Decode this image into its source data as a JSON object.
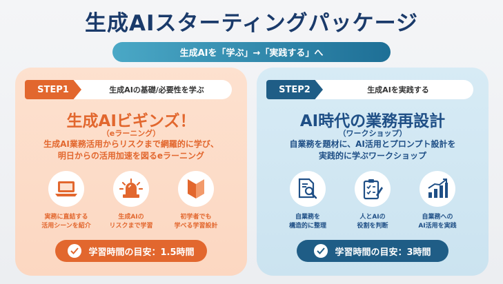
{
  "title": "生成AIスターティングパッケージ",
  "subtitle": "生成AIを「学ぶ」→「実践する」へ",
  "colors": {
    "orange": "#e2672e",
    "navy": "#1f4f86",
    "title": "#1a3a6a"
  },
  "cards": [
    {
      "step": "STEP1",
      "step_desc": "生成AIの基礎/必要性を学ぶ",
      "title": "生成AIビギンズ！",
      "sub": "（eラーニング）",
      "desc1": "生成AI業務活用からリスクまで網羅的に学び、",
      "desc2": "明日からの活用加速を図るeラーニング",
      "features": [
        {
          "icon": "laptop-icon",
          "line1": "実務に直結する",
          "line2": "活用シーンを紹介"
        },
        {
          "icon": "siren-icon",
          "line1": "生成AIの",
          "line2": "リスクまで学習"
        },
        {
          "icon": "beginner-mark-icon",
          "line1": "初学者でも",
          "line2": "学べる学習設計"
        }
      ],
      "time": "学習時間の目安：1.5時間"
    },
    {
      "step": "STEP2",
      "step_desc": "生成AIを実践する",
      "title": "AI時代の業務再設計",
      "sub": "（ワークショップ）",
      "desc1": "自業務を題材に、AI活用とプロンプト設計を",
      "desc2": "実践的に学ぶワークショップ",
      "features": [
        {
          "icon": "document-search-icon",
          "line1": "自業務を",
          "line2": "構造的に整理"
        },
        {
          "icon": "checklist-icon",
          "line1": "人とAIの",
          "line2": "役割を判断"
        },
        {
          "icon": "growth-chart-icon",
          "line1": "自業務への",
          "line2": "AI活用を実践"
        }
      ],
      "time": "学習時間の目安：3時間"
    }
  ]
}
